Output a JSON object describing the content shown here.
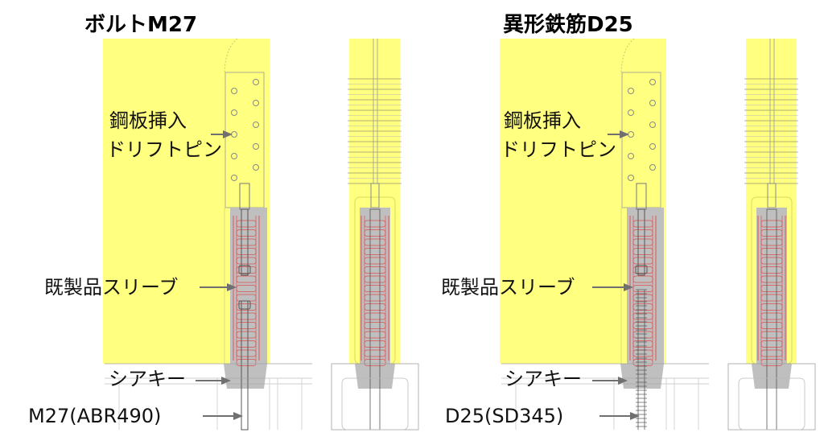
{
  "panels": [
    {
      "title": "ボルトM27",
      "labels": {
        "plate_1": "鋼板挿入",
        "plate_2": "ドリフトピン",
        "sleeve": "既製品スリーブ",
        "shear_key": "シアキー",
        "anchor": "M27(ABR490)"
      },
      "anchor_type": "bolt"
    },
    {
      "title": "異形鉄筋D25",
      "labels": {
        "plate_1": "鋼板挿入",
        "plate_2": "ドリフトピン",
        "sleeve": "既製品スリーブ",
        "shear_key": "シアキー",
        "anchor": "D25(SD345)"
      },
      "anchor_type": "rebar"
    }
  ],
  "colors": {
    "wood": "#ffff80",
    "sleeve": "#bfbfbf",
    "rebar_red": "#e05050",
    "arrow": "#707070",
    "line": "#a0a0a0"
  }
}
